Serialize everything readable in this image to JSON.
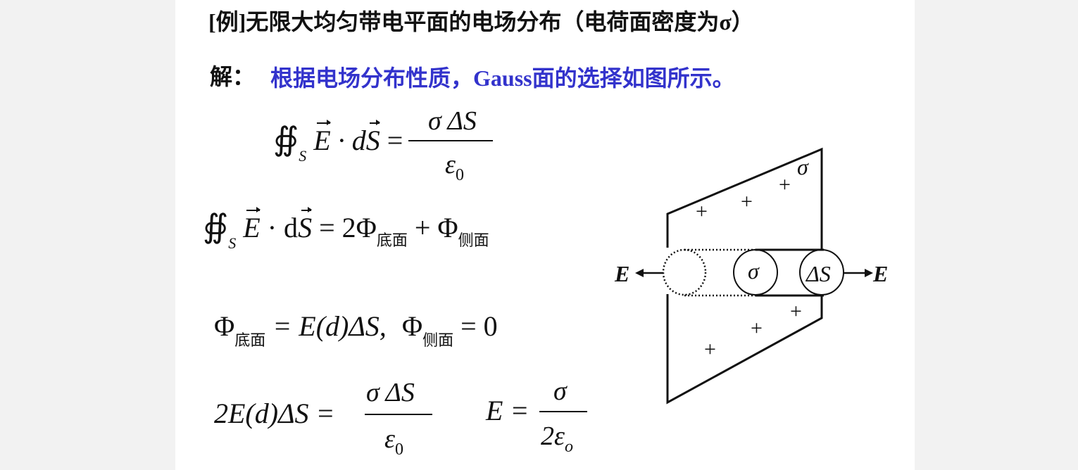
{
  "title": "[例]无限大均匀带电平面的电场分布（电荷面密度为σ）",
  "solution": {
    "label": "解：",
    "text": "根据电场分布性质，Gauss面的选择如图所示。"
  },
  "eq1": {
    "integral": "∯",
    "surface": "S",
    "E": "E",
    "dot_dS": " · d",
    "S": "S",
    "equals": "=",
    "numerator": "σ ΔS",
    "denominator_eps": "ε",
    "denominator_sub": "0"
  },
  "eq2": {
    "integral": "∯",
    "surface": "S",
    "E": "E",
    "dot_dS": " · d",
    "S": "S",
    "rhs1": "= 2Φ",
    "sub1": "底面",
    "rhs2": " + Φ",
    "sub2": "侧面"
  },
  "eq3": {
    "phi1": "Φ",
    "sub1": "底面",
    "mid": " = E(d)ΔS,",
    "phi2": "Φ",
    "sub2": "侧面",
    "end": " = 0"
  },
  "eq4": {
    "lhs": "2E(d)ΔS =",
    "numerator": "σ ΔS",
    "denominator_eps": "ε",
    "denominator_sub": "0"
  },
  "eq5": {
    "lhs": "E =",
    "numerator": "σ",
    "denominator": "2ε",
    "denominator_sub": "o"
  },
  "diagram": {
    "sigma_label": "σ",
    "left_E": "E",
    "right_E": "E",
    "center_sigma": "σ",
    "delta_s": "ΔS",
    "plus": "+"
  }
}
